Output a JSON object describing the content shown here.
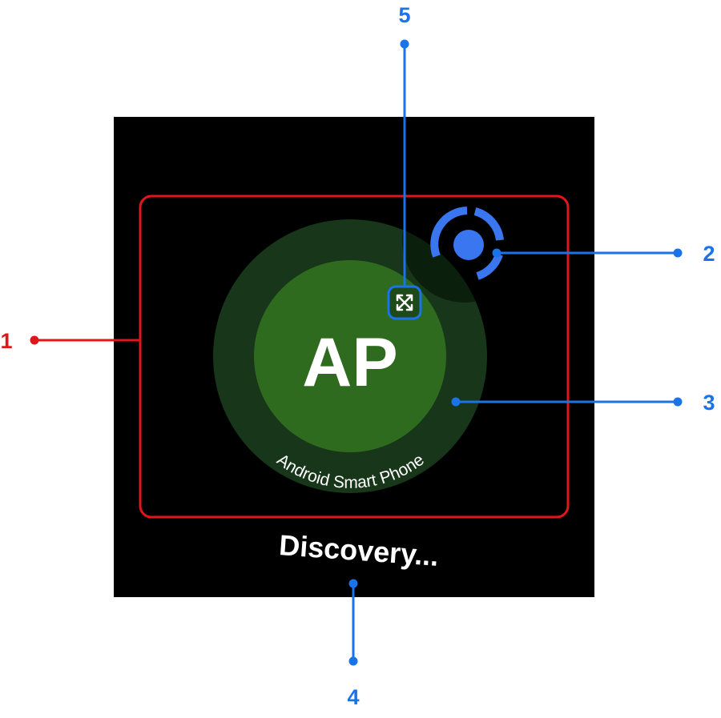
{
  "screen": {
    "device_initials": "AP",
    "device_name": "Android Smart Phone",
    "status": "Discovery..."
  },
  "callouts": [
    {
      "number": "1",
      "color": "#e0161b"
    },
    {
      "number": "2",
      "color": "#1a73e8"
    },
    {
      "number": "3",
      "color": "#1a73e8"
    },
    {
      "number": "4",
      "color": "#1a73e8"
    },
    {
      "number": "5",
      "color": "#1a73e8"
    }
  ],
  "icons": {
    "connection_indicator": "target-icon",
    "connection_badge": "connect-arrows-icon"
  },
  "colors": {
    "screen_background": "#000000",
    "outer_ring": "#17361a",
    "avatar_fill": "#2f6b1f",
    "accent_blue": "#3a76f0",
    "highlight_red": "#e0161b",
    "callout_blue": "#1a73e8"
  }
}
